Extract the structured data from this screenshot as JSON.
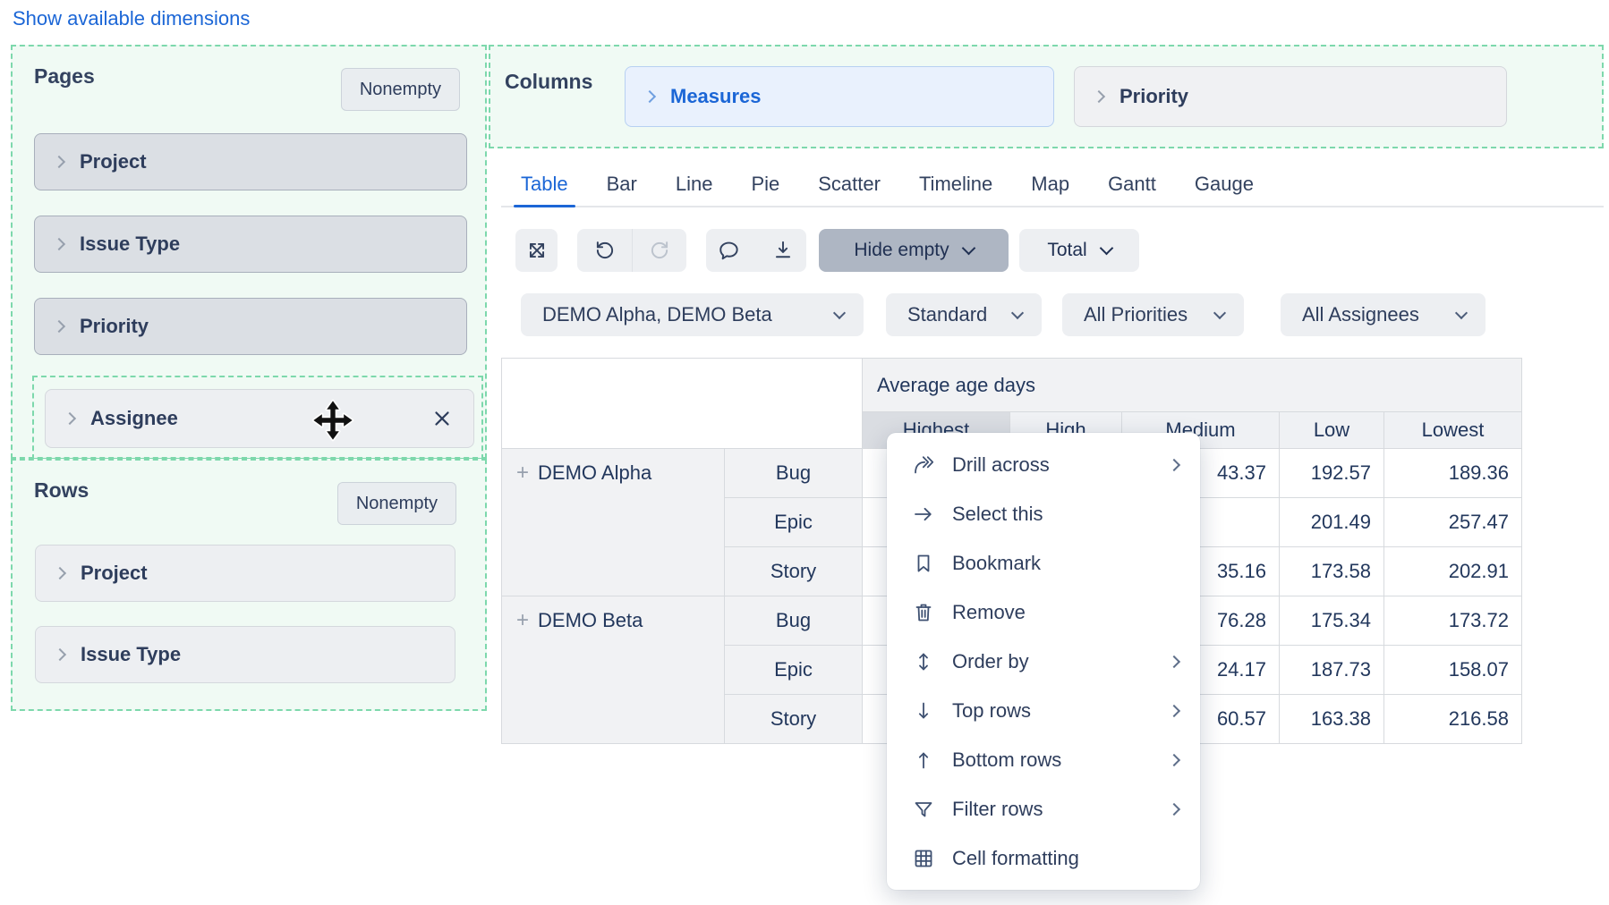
{
  "header": {
    "show_dimensions_link": "Show available dimensions"
  },
  "pages": {
    "title": "Pages",
    "nonempty_label": "Nonempty",
    "items": [
      "Project",
      "Issue Type",
      "Priority"
    ],
    "dragging_item": "Assignee"
  },
  "rows": {
    "title": "Rows",
    "nonempty_label": "Nonempty",
    "items": [
      "Project",
      "Issue Type"
    ]
  },
  "columns": {
    "title": "Columns",
    "measures_label": "Measures",
    "priority_label": "Priority"
  },
  "tabs": {
    "active": "Table",
    "items": [
      "Table",
      "Bar",
      "Line",
      "Pie",
      "Scatter",
      "Timeline",
      "Map",
      "Gantt",
      "Gauge"
    ]
  },
  "toolbar": {
    "icons": [
      "expand-icon",
      "undo-icon",
      "redo-icon",
      "comment-icon",
      "download-icon"
    ],
    "hide_empty_label": "Hide empty",
    "total_label": "Total"
  },
  "filters": {
    "projects": "DEMO Alpha, DEMO Beta",
    "view": "Standard",
    "priorities": "All Priorities",
    "assignees": "All Assignees"
  },
  "pivot": {
    "measure_group_header": "Average age days",
    "column_headers": [
      "Highest",
      "High",
      "Medium",
      "Low",
      "Lowest"
    ],
    "groups": [
      {
        "project": "DEMO Alpha",
        "expand_icon": "+",
        "rows": [
          {
            "issue_type": "Bug",
            "highest": "",
            "high": "",
            "medium": "43.37",
            "low": "192.57",
            "lowest": "189.36"
          },
          {
            "issue_type": "Epic",
            "highest": "",
            "high": "",
            "medium": "",
            "low": "201.49",
            "lowest": "257.47"
          },
          {
            "issue_type": "Story",
            "highest": "",
            "high": "",
            "medium": "35.16",
            "low": "173.58",
            "lowest": "202.91"
          }
        ]
      },
      {
        "project": "DEMO Beta",
        "expand_icon": "+",
        "rows": [
          {
            "issue_type": "Bug",
            "highest": "",
            "high": "",
            "medium": "76.28",
            "low": "175.34",
            "lowest": "173.72"
          },
          {
            "issue_type": "Epic",
            "highest": "",
            "high": "",
            "medium": "24.17",
            "low": "187.73",
            "lowest": "158.07"
          },
          {
            "issue_type": "Story",
            "highest": "",
            "high": "",
            "medium": "60.57",
            "low": "163.38",
            "lowest": "216.58"
          }
        ]
      }
    ]
  },
  "context_menu": {
    "items": [
      {
        "label": "Drill across",
        "icon": "drill-across-icon",
        "has_submenu": true
      },
      {
        "label": "Select this",
        "icon": "select-this-icon",
        "has_submenu": false
      },
      {
        "label": "Bookmark",
        "icon": "bookmark-icon",
        "has_submenu": false
      },
      {
        "label": "Remove",
        "icon": "trash-icon",
        "has_submenu": false
      },
      {
        "label": "Order by",
        "icon": "order-by-icon",
        "has_submenu": true
      },
      {
        "label": "Top rows",
        "icon": "arrow-down-icon",
        "has_submenu": true
      },
      {
        "label": "Bottom rows",
        "icon": "arrow-up-icon",
        "has_submenu": true
      },
      {
        "label": "Filter rows",
        "icon": "funnel-icon",
        "has_submenu": true
      },
      {
        "label": "Cell formatting",
        "icon": "cell-grid-icon",
        "has_submenu": false
      }
    ]
  },
  "colors": {
    "accent_blue": "#1b66d6",
    "mint_background": "#f0faf4",
    "dashed_border": "#7dd8ac",
    "navy_text": "#2e3d5c",
    "chip_gray": "#dbdfe4",
    "chip_light": "#edeff2",
    "hide_empty_active_bg": "#aeb6c3"
  }
}
